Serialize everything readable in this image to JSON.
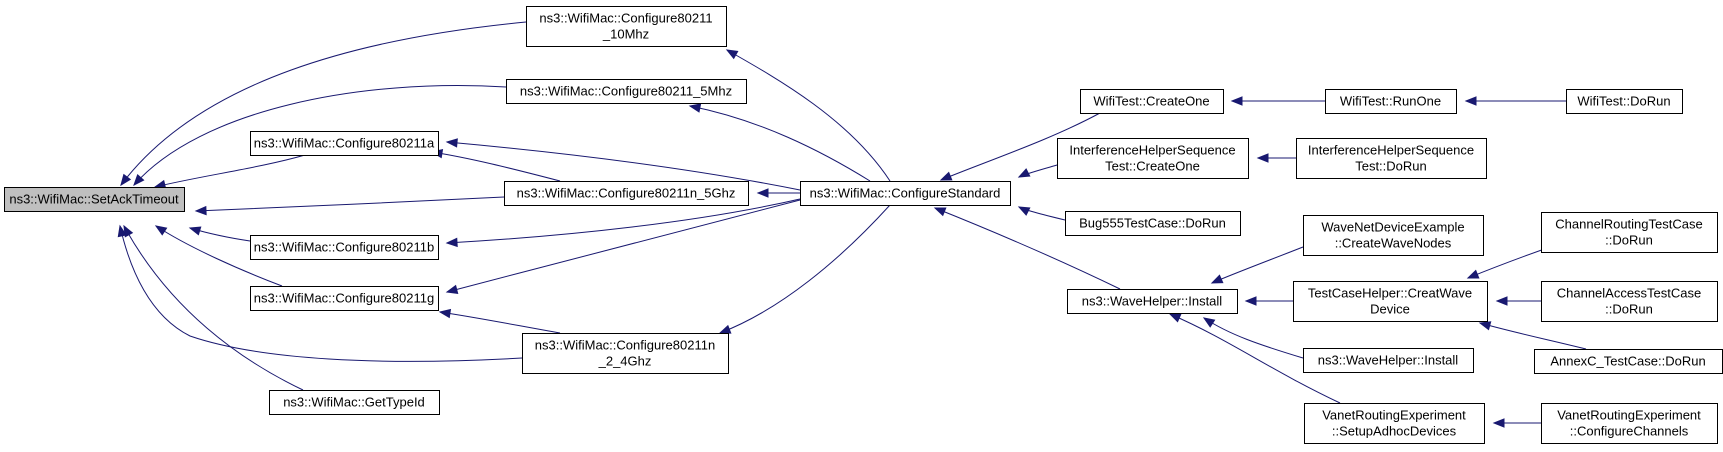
{
  "graph": {
    "nodes": [
      {
        "id": "root",
        "lines": [
          "ns3::WifiMac::SetAckTimeout"
        ]
      },
      {
        "id": "c10",
        "lines": [
          "ns3::WifiMac::Configure80211",
          "_10Mhz"
        ]
      },
      {
        "id": "c5",
        "lines": [
          "ns3::WifiMac::Configure80211_5Mhz"
        ]
      },
      {
        "id": "ca",
        "lines": [
          "ns3::WifiMac::Configure80211a"
        ]
      },
      {
        "id": "cn5",
        "lines": [
          "ns3::WifiMac::Configure80211n_5Ghz"
        ]
      },
      {
        "id": "cb",
        "lines": [
          "ns3::WifiMac::Configure80211b"
        ]
      },
      {
        "id": "cg",
        "lines": [
          "ns3::WifiMac::Configure80211g"
        ]
      },
      {
        "id": "cn24",
        "lines": [
          "ns3::WifiMac::Configure80211n",
          "_2_4Ghz"
        ]
      },
      {
        "id": "gti",
        "lines": [
          "ns3::WifiMac::GetTypeId"
        ]
      },
      {
        "id": "cs",
        "lines": [
          "ns3::WifiMac::ConfigureStandard"
        ]
      },
      {
        "id": "wtco",
        "lines": [
          "WifiTest::CreateOne"
        ]
      },
      {
        "id": "ihco",
        "lines": [
          "InterferenceHelperSequence",
          "Test::CreateOne"
        ]
      },
      {
        "id": "bug",
        "lines": [
          "Bug555TestCase::DoRun"
        ]
      },
      {
        "id": "whi",
        "lines": [
          "ns3::WaveHelper::Install"
        ]
      },
      {
        "id": "wtro",
        "lines": [
          "WifiTest::RunOne"
        ]
      },
      {
        "id": "wtdr",
        "lines": [
          "WifiTest::DoRun"
        ]
      },
      {
        "id": "ihdr",
        "lines": [
          "InterferenceHelperSequence",
          "Test::DoRun"
        ]
      },
      {
        "id": "wnde",
        "lines": [
          "WaveNetDeviceExample",
          "::CreateWaveNodes"
        ]
      },
      {
        "id": "tch",
        "lines": [
          "TestCaseHelper::CreatWave",
          "Device"
        ]
      },
      {
        "id": "whi2",
        "lines": [
          "ns3::WaveHelper::Install"
        ]
      },
      {
        "id": "vre",
        "lines": [
          "VanetRoutingExperiment",
          "::SetupAdhocDevices"
        ]
      },
      {
        "id": "crt",
        "lines": [
          "ChannelRoutingTestCase",
          "::DoRun"
        ]
      },
      {
        "id": "cat",
        "lines": [
          "ChannelAccessTestCase",
          "::DoRun"
        ]
      },
      {
        "id": "anx",
        "lines": [
          "AnnexC_TestCase::DoRun"
        ]
      },
      {
        "id": "vrc",
        "lines": [
          "VanetRoutingExperiment",
          "::ConfigureChannels"
        ]
      }
    ]
  }
}
